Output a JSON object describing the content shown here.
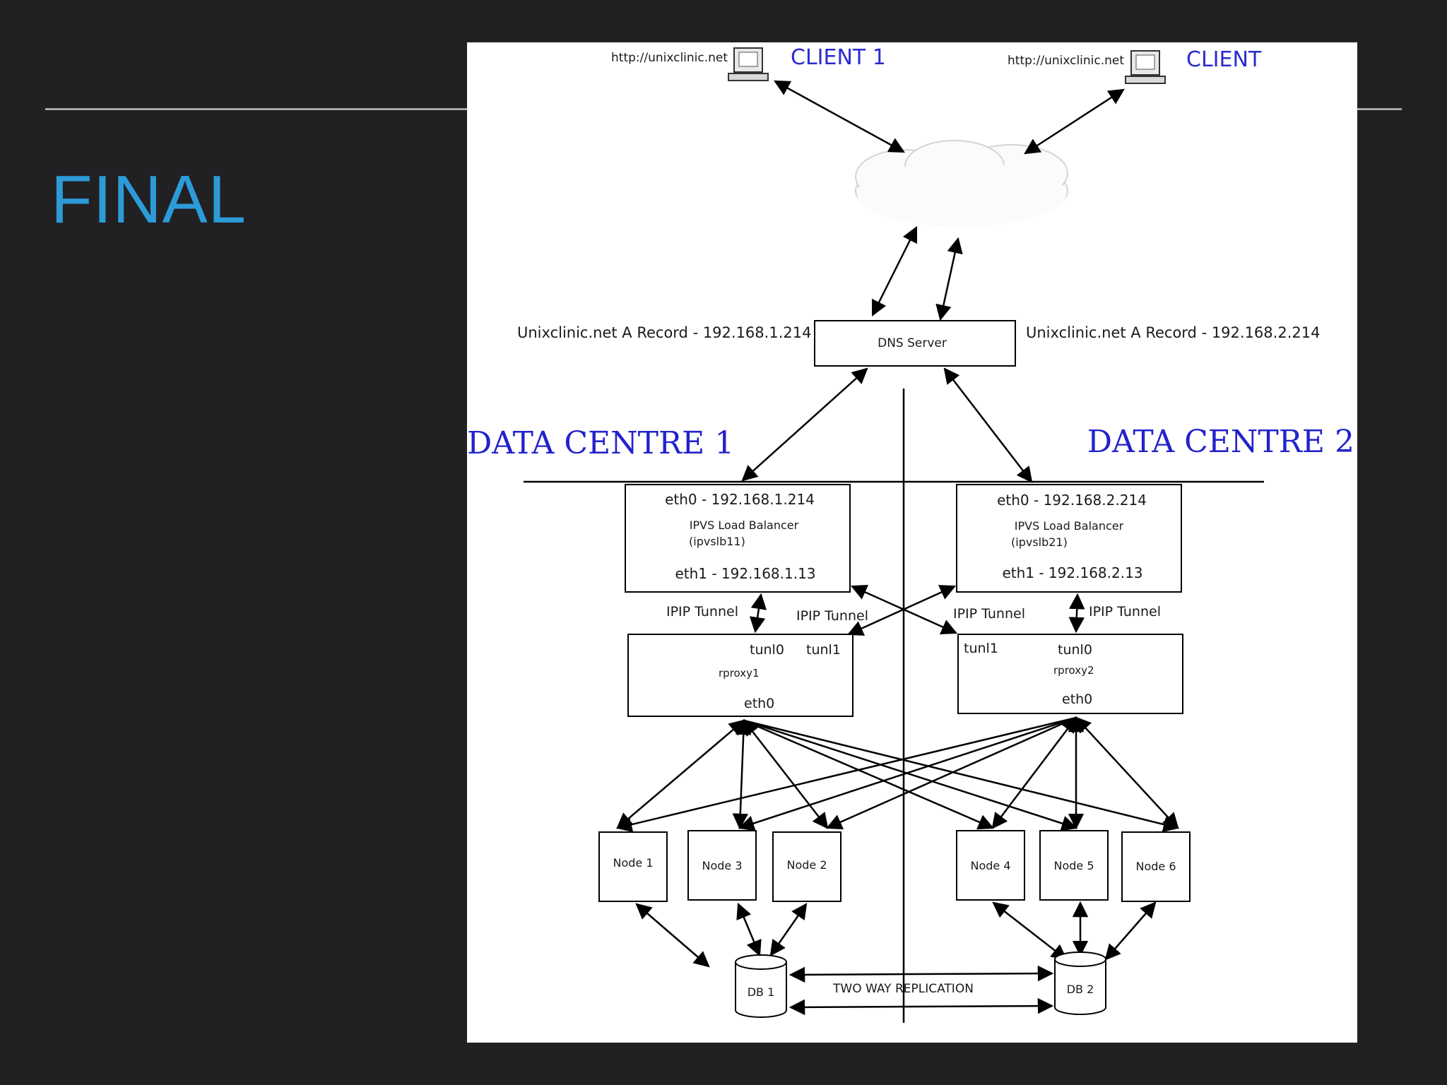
{
  "slide": {
    "title": "FINAL"
  },
  "diagram": {
    "clients": [
      {
        "label": "CLIENT 1",
        "url": "http://unixclinic.net"
      },
      {
        "label": "CLIENT",
        "url": "http://unixclinic.net"
      }
    ],
    "dns": {
      "label": "DNS Server",
      "record_left": "Unixclinic.net A Record - 192.168.1.214",
      "record_right": "Unixclinic.net A Record - 192.168.2.214"
    },
    "data_centres": [
      "DATA CENTRE 1",
      "DATA CENTRE 2"
    ],
    "load_balancers": [
      {
        "eth0": "eth0 - 192.168.1.214",
        "name": "IPVS Load Balancer",
        "host": "(ipvslb11)",
        "eth1": "eth1 - 192.168.1.13"
      },
      {
        "eth0": "eth0 - 192.168.2.214",
        "name": "IPVS Load Balancer",
        "host": "(ipvslb21)",
        "eth1": "eth1 - 192.168.2.13"
      }
    ],
    "tunnel_label": "IPIP Tunnel",
    "proxies": [
      {
        "tun0": "tunl0",
        "tun1": "tunl1",
        "name": "rproxy1",
        "eth": "eth0"
      },
      {
        "tun0": "tunl0",
        "tun1": "tunl1",
        "name": "rproxy2",
        "eth": "eth0"
      }
    ],
    "nodes": [
      "Node 1",
      "Node 3",
      "Node 2",
      "Node 4",
      "Node 5",
      "Node 6"
    ],
    "databases": [
      "DB 1",
      "DB 2"
    ],
    "replication": "TWO WAY REPLICATION"
  }
}
